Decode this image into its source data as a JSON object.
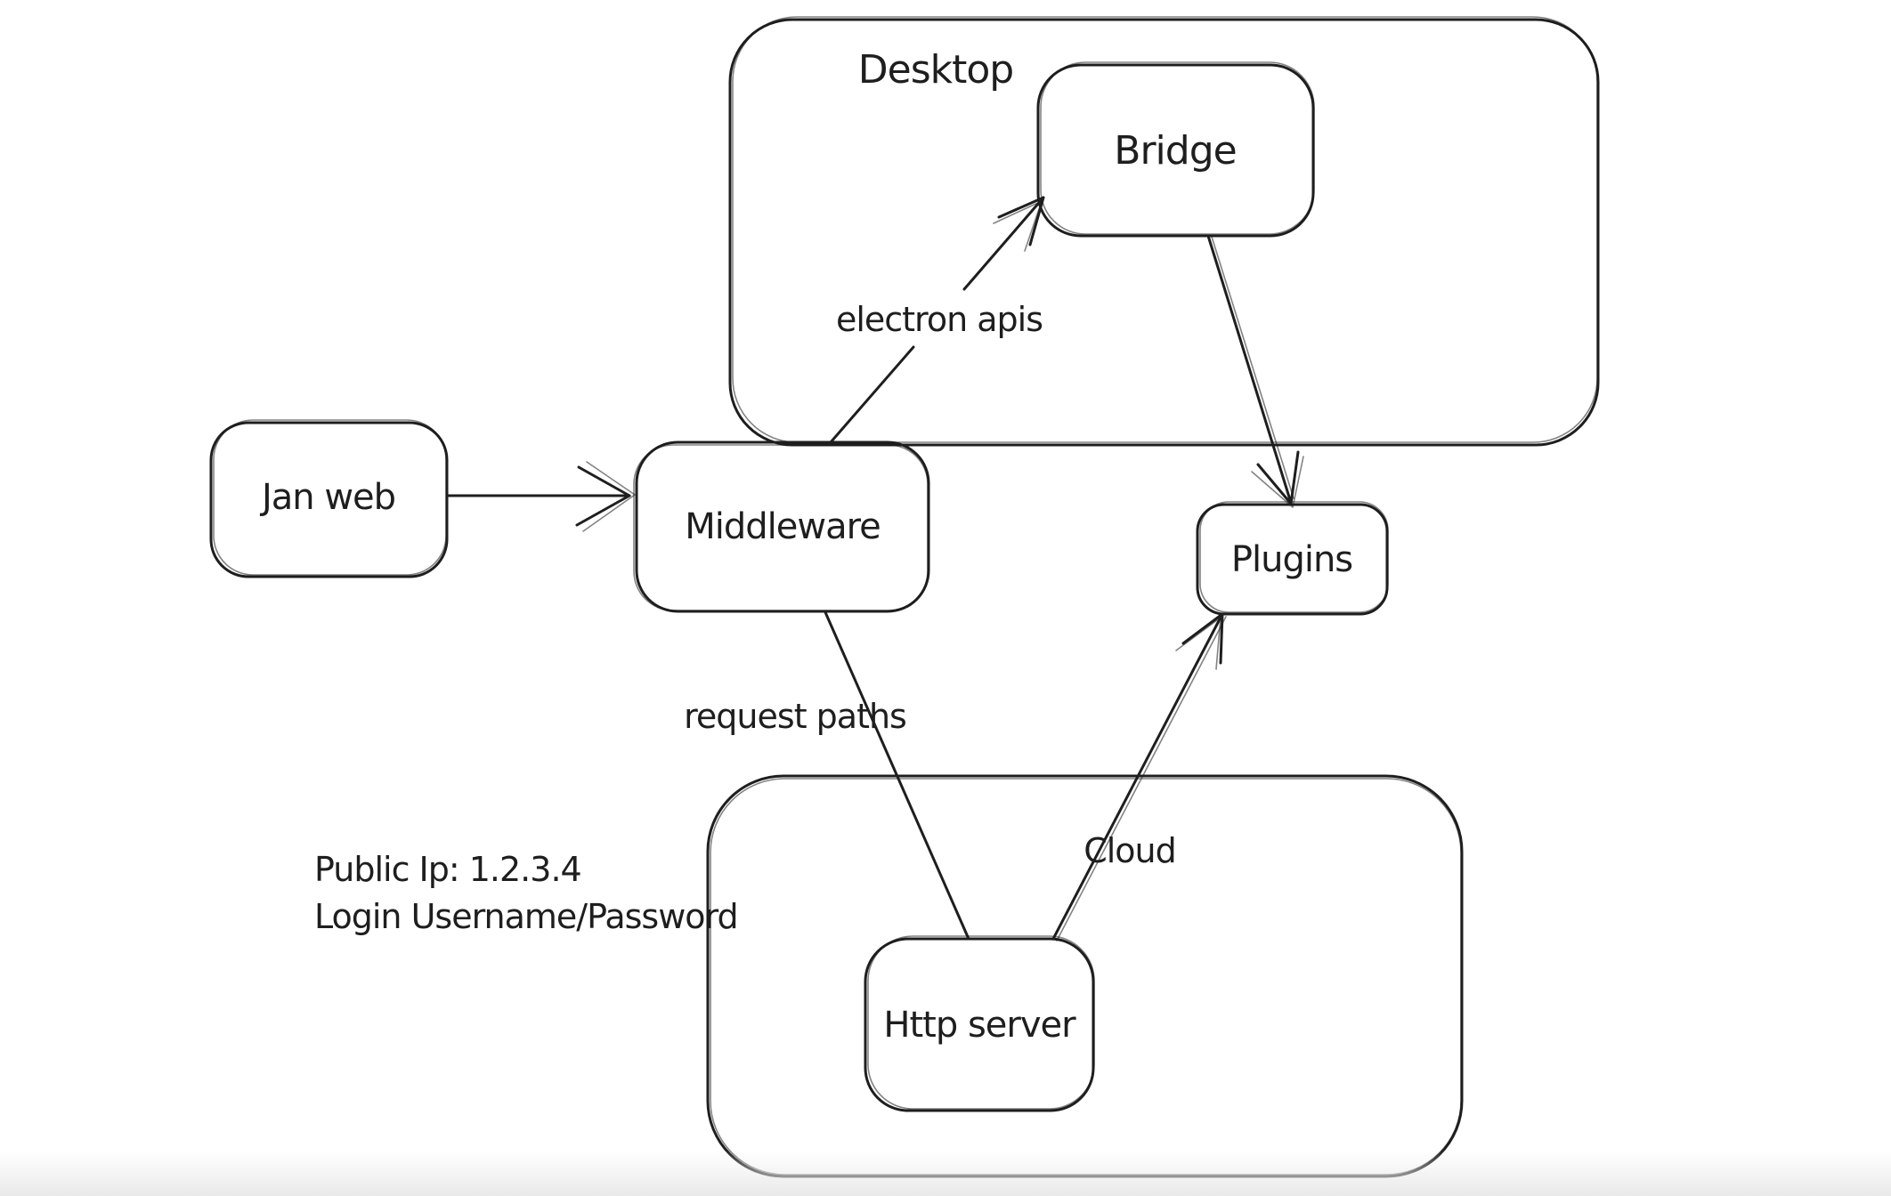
{
  "app": {
    "background": "#ffffff",
    "bottom_edge_color": "#e9e9e9"
  },
  "palette": {
    "stroke": "#1e1e1e",
    "text": "#1e1e1e"
  },
  "diagram": {
    "containers": [
      {
        "id": "desktop",
        "label": "Desktop"
      },
      {
        "id": "cloud",
        "label": "Cloud"
      }
    ],
    "nodes": [
      {
        "id": "jan-web",
        "label": "Jan web"
      },
      {
        "id": "middleware",
        "label": "Middleware"
      },
      {
        "id": "bridge",
        "label": "Bridge"
      },
      {
        "id": "plugins",
        "label": "Plugins"
      },
      {
        "id": "http-server",
        "label": "Http server"
      }
    ],
    "edges": [
      {
        "id": "jan-web-to-middleware",
        "from": "Jan web",
        "to": "Middleware",
        "label": ""
      },
      {
        "id": "middleware-to-bridge",
        "from": "Middleware",
        "to": "Bridge",
        "label": "electron apis"
      },
      {
        "id": "bridge-to-plugins",
        "from": "Bridge",
        "to": "Plugins",
        "label": ""
      },
      {
        "id": "middleware-to-http-server",
        "from": "Middleware",
        "to": "Http server",
        "label": "request paths"
      },
      {
        "id": "http-server-to-plugins",
        "from": "Http server",
        "to": "Plugins",
        "label": ""
      }
    ],
    "annotations": [
      {
        "id": "public-ip-note",
        "text": "Public Ip: 1.2.3.4"
      },
      {
        "id": "login-note",
        "text": "Login Username/Password"
      }
    ]
  }
}
